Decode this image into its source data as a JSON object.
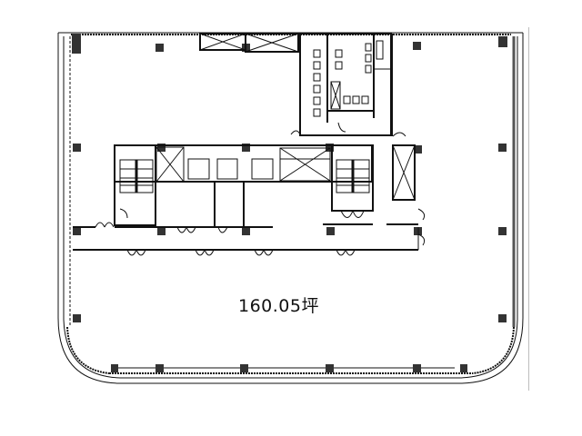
{
  "floor_plan": {
    "area_label": "160.05坪",
    "colors": {
      "line": "#111111",
      "wall_fill": "#555555",
      "column_fill": "#333333",
      "divider": "#bdbdbd",
      "background": "#ffffff"
    },
    "elements": {
      "stairs": 2,
      "elevators": 4,
      "restroom_blocks": 2,
      "office_area": "open floor"
    }
  }
}
